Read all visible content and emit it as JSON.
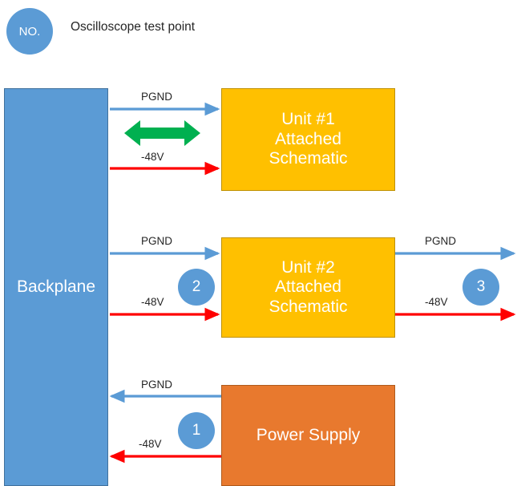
{
  "legend": {
    "circle_label": "NO.",
    "text": "Oscilloscope test point",
    "circle_color": "#5B9BD5"
  },
  "blocks": {
    "backplane": {
      "label": "Backplane",
      "color": "#5B9BD5"
    },
    "unit1": {
      "line1": "Unit #1",
      "line2": "Attached",
      "line3": "Schematic",
      "color": "#FFC000"
    },
    "unit2": {
      "line1": "Unit #2",
      "line2": "Attached",
      "line3": "Schematic",
      "color": "#FFC000"
    },
    "power_supply": {
      "label": "Power Supply",
      "color": "#E8792E"
    }
  },
  "signals": {
    "pgnd": "PGND",
    "neg48v": "-48V",
    "pgnd_color": "#5B9BD5",
    "neg48v_color": "#FF0000",
    "bidirectional_color": "#00B050"
  },
  "connections": {
    "unit1_pgnd": "PGND",
    "unit1_neg48v": "-48V",
    "unit2_in_pgnd": "PGND",
    "unit2_in_neg48v": "-48V",
    "unit2_out_pgnd": "PGND",
    "unit2_out_neg48v": "-48V",
    "psu_pgnd": "PGND",
    "psu_neg48v": "-48V"
  },
  "test_points": [
    {
      "id": "1",
      "number": "1"
    },
    {
      "id": "2",
      "number": "2"
    },
    {
      "id": "3",
      "number": "3"
    }
  ]
}
